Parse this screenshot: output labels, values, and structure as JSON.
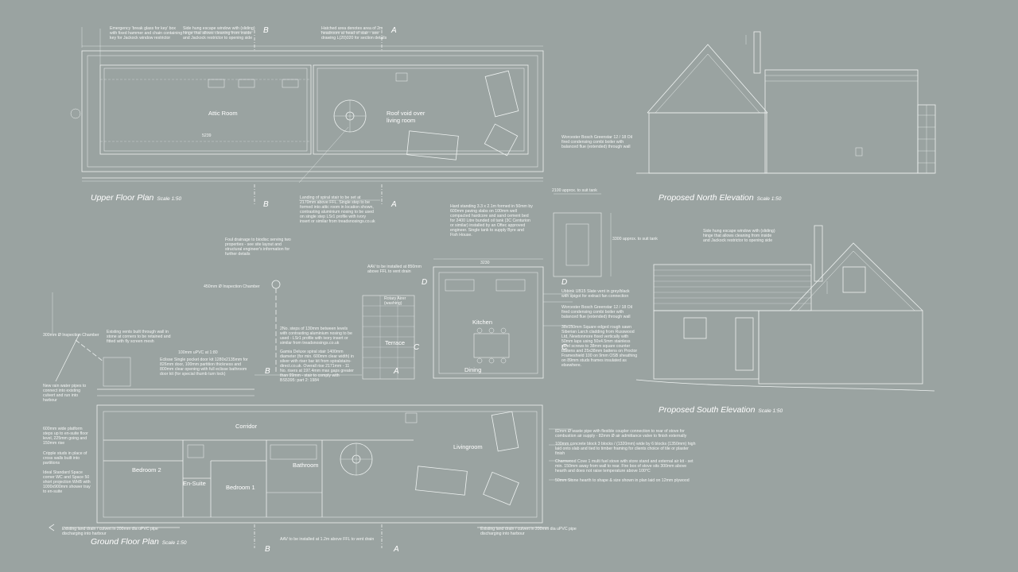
{
  "titles": {
    "upper": "Upper Floor Plan",
    "north": "Proposed North Elevation",
    "south": "Proposed South Elevation",
    "ground": "Ground Floor Plan",
    "scale": "Scale 1:50"
  },
  "sections": {
    "a": "A",
    "b": "B",
    "c": "C",
    "d": "D"
  },
  "rooms": {
    "attic": "Attic Room",
    "roof_void": "Roof void over living room",
    "kitchen": "Kitchen",
    "dining": "Dining",
    "terrace": "Terrace",
    "corridor": "Corridor",
    "livingroom": "Livingroom",
    "bedroom1": "Bedroom 1",
    "bedroom2": "Bedroom 2",
    "bathroom": "Bathroom",
    "ensuite": "En-Suite",
    "rotary": "Rotary Airer (washing)"
  },
  "notes": {
    "n1": "Emergency 'break glass for key' box with fixed hammer and chain containing key for Jackock window restrictor",
    "n2": "Side hung escape window with (sliding) hinge that allows cleaning from inside and Jackock restrictor to opening side",
    "n3": "Hatched area denotes area of 2m headroom at head of stair - see drawing L(20)020 for section details",
    "n4": "Landing of spiral stair to be set at 2170mm above FFL. Single step to be formed into attic room in location shown, contrasting aluminium nosing to be used on single step LSr1 profile with ivory insert or similar from treadsnosings.co.uk",
    "n5": "Hard standing 3.3 x 2.1m formed in 50mm by 600mm paving slabs on 100mm well compacted hardcore and sand cement bed for 2400 Litre bunded oil tank (3C Centurion or similar) installed by an Oftec approved engineer. Single tank to supply Byre and Fish House.",
    "n6": "Foul drainage to biodisc serving two properties - see site layout and structural engineer's information for further details",
    "n7": "AAV to be installed at 850mm above FFL to vent drain",
    "n8": "450mm Ø Inspection Chamber",
    "n9": "Ubbink UB15 Slate vent in grey/black with spigot for extract fan connection",
    "n10": "Worcester Bosch Greenstar 12 / 18 Oil fired condensing combi boiler with balanced flue (extended) through wall",
    "n11": "38x150mm Square edged rough sawn Siberian Larch cladding from Russwood Ltd, Newtonmore fixed vertically with 50mm laps using 50x4.5mm stainless steel screws to 38mm square counter battens and 25x38mm battens on Proctor Frameshield 100 on 9mm OSB sheathing on 89mm studs frames insulated as elsewhere.",
    "n12": "2No. steps of 130mm between levels with contrasting aluminium nosing to be used - LSr1 profile with ivory insert or similar from treadsnosings.co.uk",
    "n13": "Gamia Deluxe spiral stair 1400mm diameter (for min. 600mm clear width) in silver with riser bar kit from spiralstairs-direct.co.uk. Overall rise 2171mm - 11 No. risers at 197.4mm max gaps greater than 99mm - stair to comply with BS5395: part 2: 1984",
    "n14": "300mm Ø Inspection Chamber",
    "n15": "Existing vents built through wall in stone at corners to be retained and fitted with fly screen mesh",
    "n16": "100mm uPVC at 1:80",
    "n17": "Eclisse Single pocket door kit 1280x2135mm for 826mm door, 100mm partition thickness and 800mm clear opening with full eclisse bathroom door kit (for special thumb turn lock)",
    "n18": "New rain water pipes to connect into existing culvert and run into harbour",
    "n19": "600mm wide platform steps up to en-suite floor level, 225mm going and 150mm rise",
    "n20": "Cripple studs in place of cross walls built into partitions",
    "n21": "Ideal Standard Space corner WC and Space 50 short projection WHB with 1000x900mm shower tray to en-suite",
    "n22": "82mm Ø waste pipe with flexible coupler connection to rear of stove for combustion air supply - 82mm Ø air admittance valve to finish externally",
    "n23": "100mm concrete block 3 blocks / (1320mm) wide by 6 blocks (1350mm) high laid onto slab and tied to timber framing for clients choice of tile or plaster finish",
    "n24": "Charnwood Cove 1 multi fuel stove with store stand and external air kit - set min. 150mm away from wall to rear. Fire box of stove sits 300mm above hearth and does not raise temperature above 100°C",
    "n25": "50mm Stone hearth to shape & size shown in plan laid on 12mm plywood",
    "n26": "Existing land drain / culvert in 200mm dia uPVC pipe discharging into harbour",
    "n27": "AAV to be installed at 1.2m above FFL to vent drain",
    "n28": "Existing land drain / culvert in 200mm dia uPVC pipe discharging into harbour",
    "n29": "Side hung escape window with (sliding) hinge that allows cleaning from inside and Jackock restrictor to opening side",
    "n30": "Worcester Bosch Greenstar 12 / 18 Oil fired condensing combi boiler with balanced flue (extended) through wall"
  },
  "dims": {
    "d1": "3230",
    "d2": "5239",
    "d3": "2100 approx. to suit tank",
    "d4": "3300 approx. to suit tank"
  },
  "colors": {
    "background": "#9aa3a1",
    "line": "#f2f5f4",
    "text": "#ffffff"
  }
}
